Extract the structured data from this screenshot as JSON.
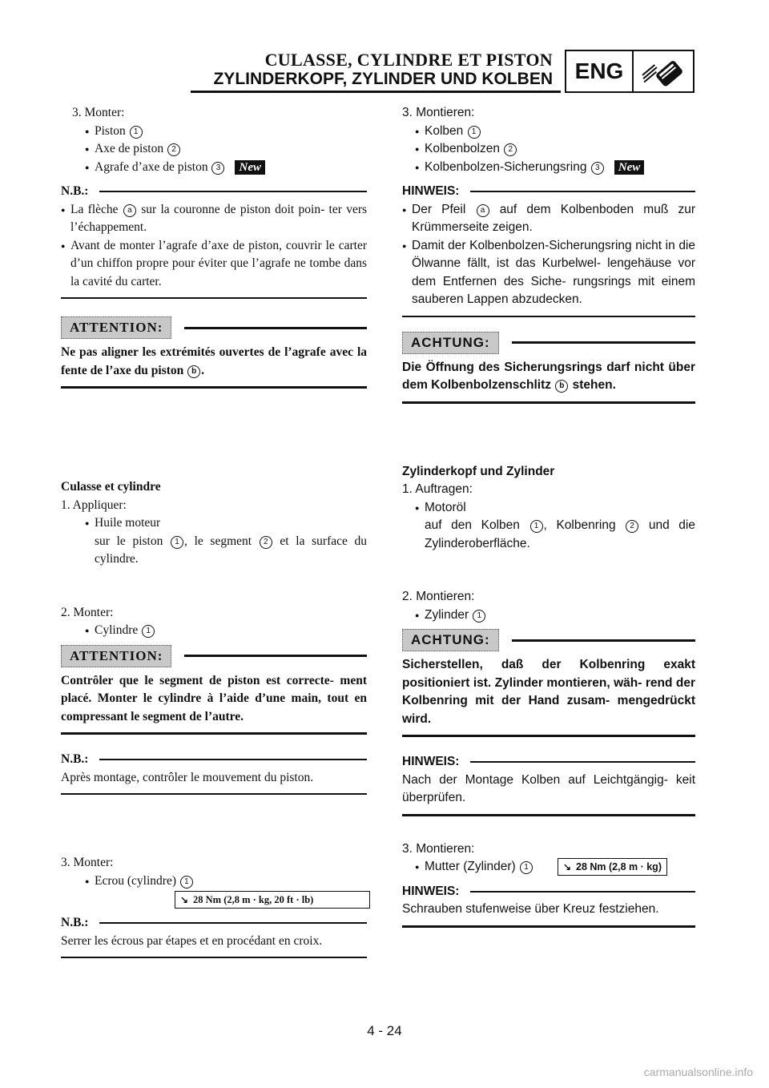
{
  "header": {
    "title_fr": "CULASSE, CYLINDRE ET PISTON",
    "title_de": "ZYLINDERKOPF, ZYLINDER UND KOLBEN",
    "section_label": "ENG"
  },
  "new_label": "New",
  "marks": {
    "one": "1",
    "two": "2",
    "three": "3",
    "a": "a",
    "b": "b"
  },
  "fr": {
    "s1_title": "3. Monter:",
    "s1_items": [
      "Piston",
      "Axe de piston",
      "Agrafe d’axe de piston"
    ],
    "nb_label": "N.B.:",
    "nb1_b1_pre": "La flèche",
    "nb1_b1_post": "sur la couronne de piston doit poin- ter vers l’échappement.",
    "nb1_b2": "Avant de monter l’agrafe d’axe de piston, couvrir le carter d’un chiffon propre pour éviter que l’agrafe ne tombe dans la cavité du carter.",
    "att_label": "ATTENTION:",
    "att1": "Ne pas aligner les extrémités ouvertes de l’agrafe avec la fente de l’axe du piston",
    "section2_title": "Culasse et cylindre",
    "c1_title": "1. Appliquer:",
    "c1_item": "Huile moteur",
    "c1_sub_a": "sur le piston",
    "c1_sub_b": ", le segment",
    "c1_sub_c": "et la surface du cylindre.",
    "c2_title": "2. Monter:",
    "c2_item": "Cylindre",
    "att2": "Contrôler que le segment de piston est correcte- ment placé. Monter le cylindre à l’aide d’une main, tout en compressant le segment de l’autre.",
    "nb2": "Après montage, contrôler le mouvement du piston.",
    "c3_title": "3. Monter:",
    "c3_item": "Ecrou (cylindre)",
    "torque": "28 Nm (2,8 m · kg, 20 ft · lb)",
    "nb3": "Serrer les écrous par étapes et en procédant en croix."
  },
  "de": {
    "s1_title": "3. Montieren:",
    "s1_items": [
      "Kolben",
      "Kolbenbolzen",
      "Kolbenbolzen-Sicherungsring"
    ],
    "nb_label": "HINWEIS:",
    "nb1_b1_pre": "Der Pfeil",
    "nb1_b1_post": "auf dem Kolbenboden muß zur Krümmerseite zeigen.",
    "nb1_b2": "Damit der Kolbenbolzen-Sicherungsring nicht in die Ölwanne fällt, ist das Kurbelwel- lengehäuse vor dem Entfernen des Siche- rungsrings mit einem sauberen Lappen abzudecken.",
    "att_label": "ACHTUNG:",
    "att1_pre": "Die Öffnung des Sicherungsrings darf nicht über dem Kolbenbolzenschlitz",
    "att1_post": "stehen.",
    "section2_title": "Zylinderkopf und Zylinder",
    "c1_title": "1. Auftragen:",
    "c1_item": "Motoröl",
    "c1_sub_a": "auf den Kolben",
    "c1_sub_b": ", Kolbenring",
    "c1_sub_c": "und die Zylinderoberfläche.",
    "c2_title": "2. Montieren:",
    "c2_item": "Zylinder",
    "att2": "Sicherstellen, daß der Kolbenring exakt positioniert ist. Zylinder montieren, wäh- rend der Kolbenring mit der Hand zusam- mengedrückt wird.",
    "nb2": "Nach der Montage Kolben auf Leichtgängig- keit überprüfen.",
    "c3_title": "3. Montieren:",
    "c3_item": "Mutter (Zylinder)",
    "torque": "28 Nm (2,8 m · kg)",
    "nb3": "Schrauben stufenweise über Kreuz festziehen."
  },
  "page_number": "4 - 24",
  "watermark": "carmanualsonline.info"
}
